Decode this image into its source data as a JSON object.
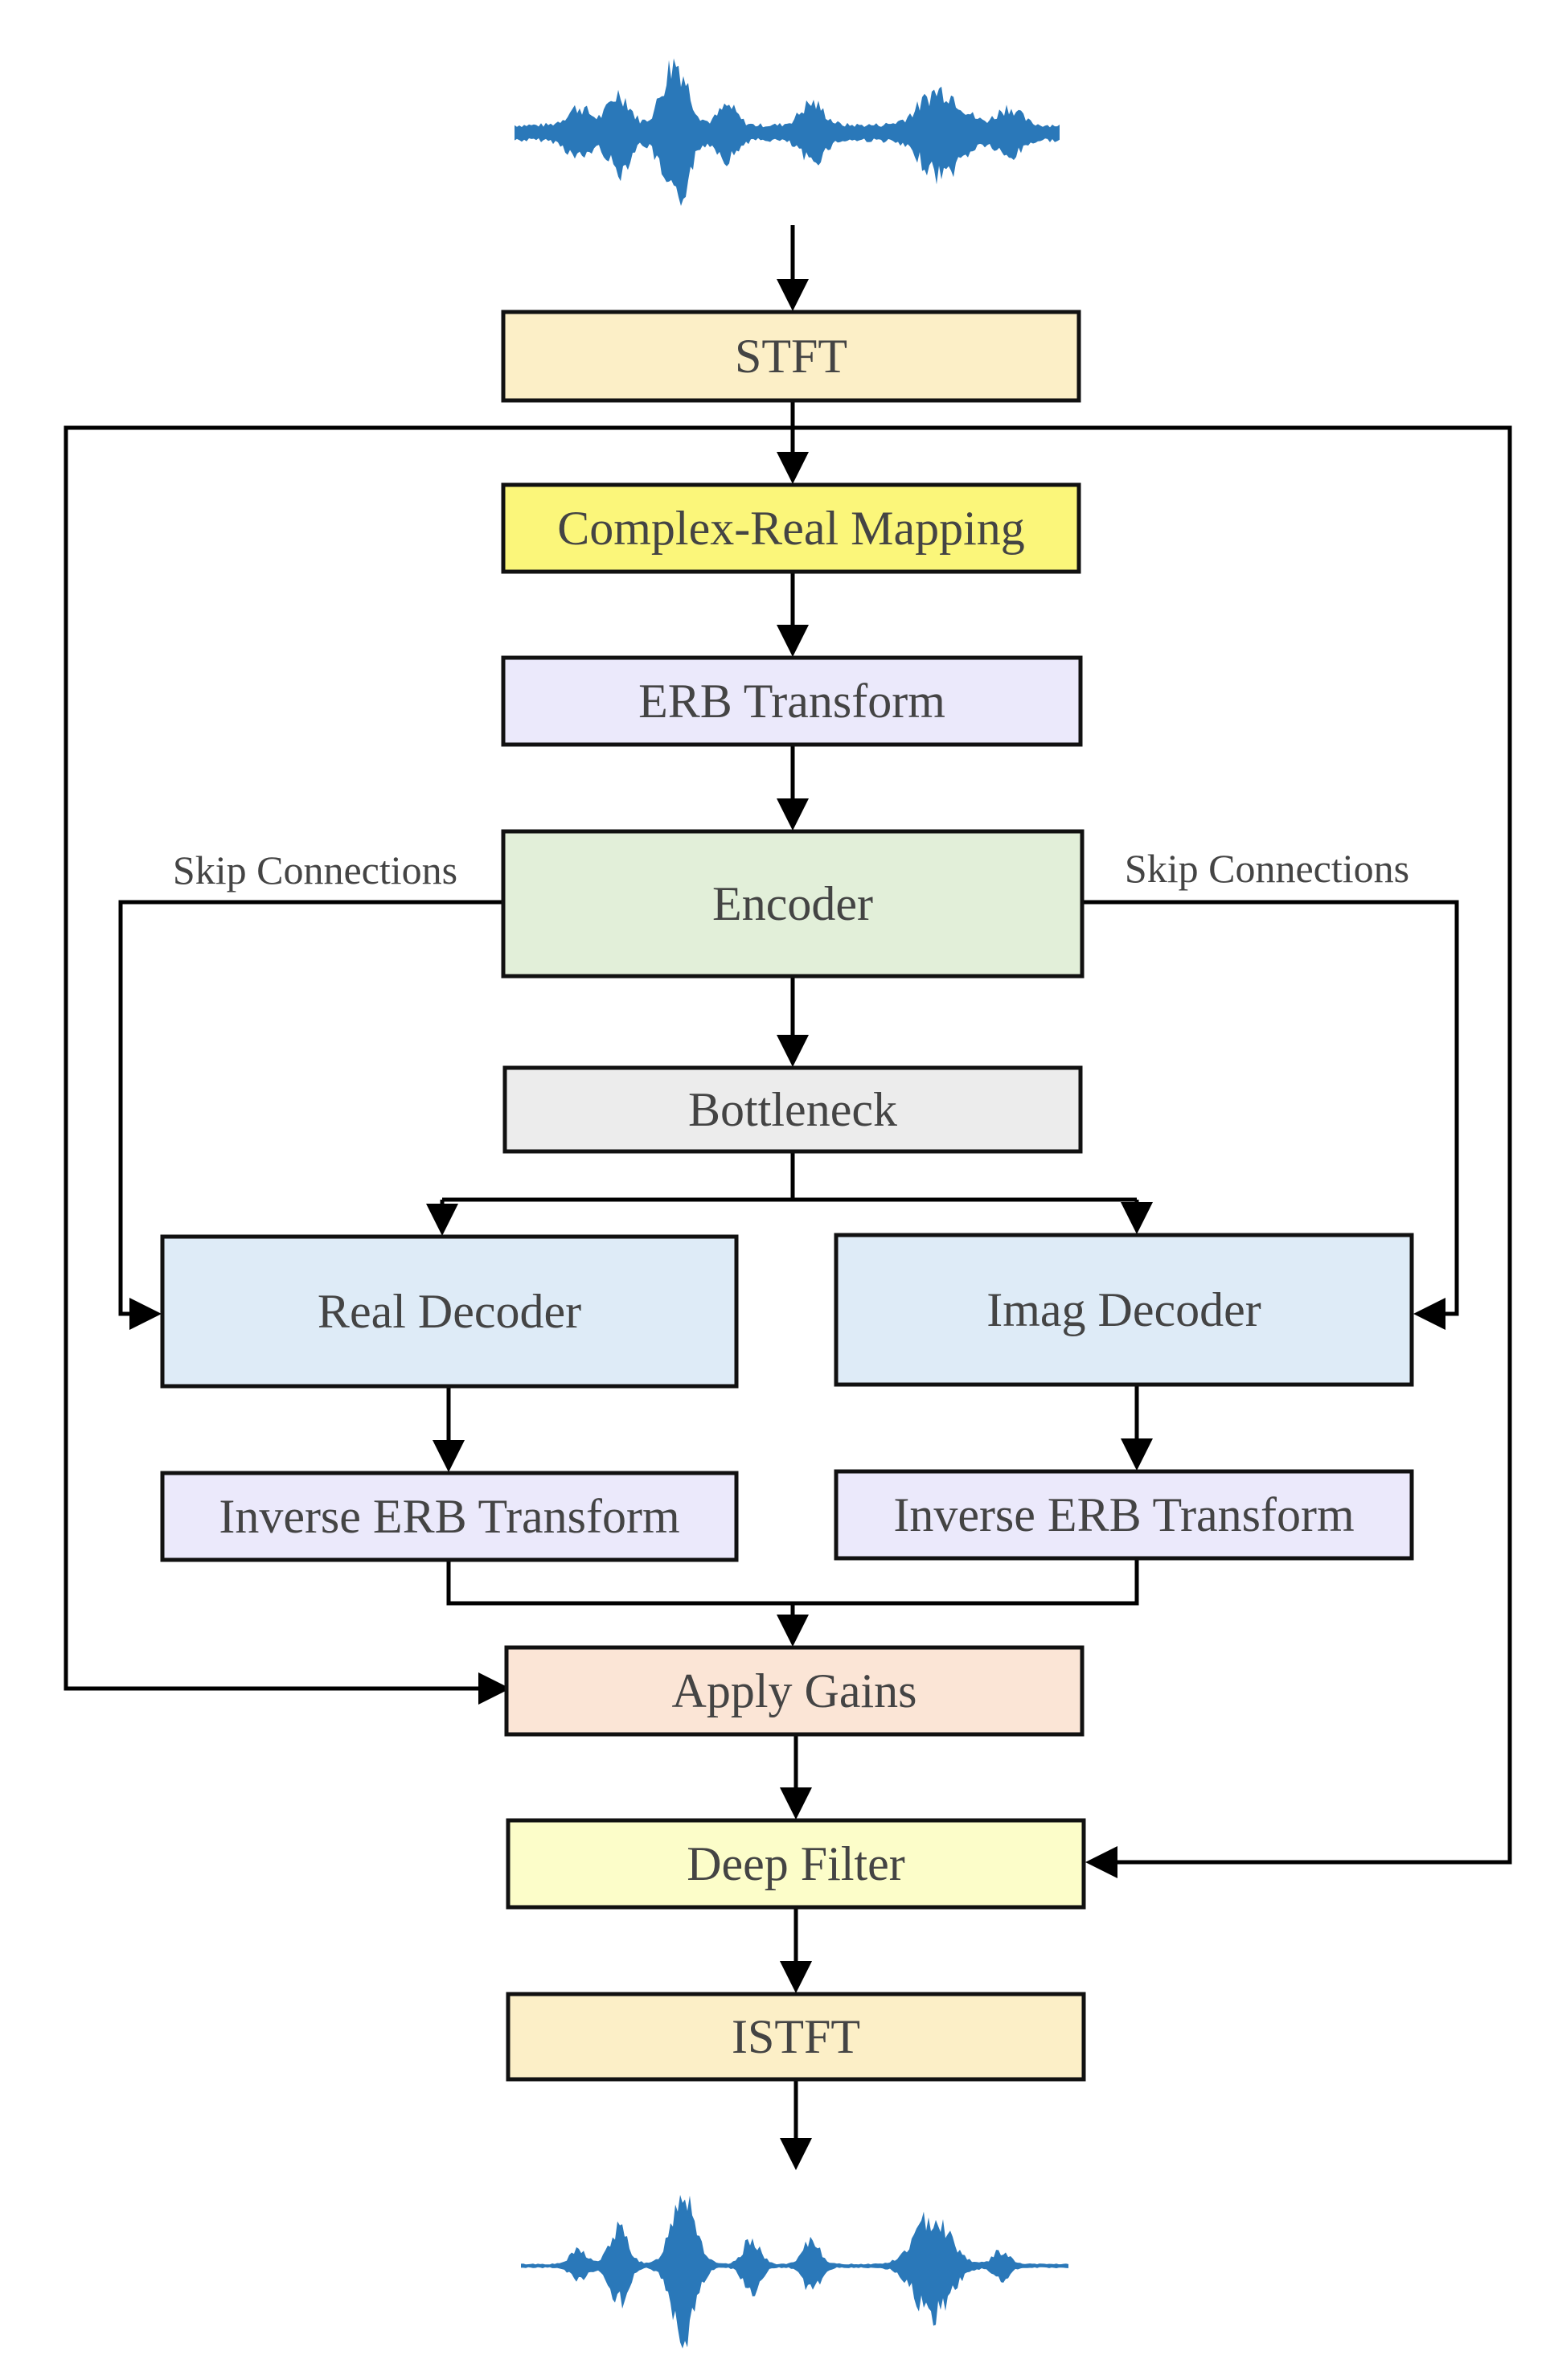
{
  "blocks": {
    "stft": {
      "label": "STFT",
      "color": "#fcefc7"
    },
    "complex_real": {
      "label": "Complex-Real Mapping",
      "color": "#fbf67a"
    },
    "erb": {
      "label": "ERB Transform",
      "color": "#ebe9fb"
    },
    "encoder": {
      "label": "Encoder",
      "color": "#e2efd9"
    },
    "bottleneck": {
      "label": "Bottleneck",
      "color": "#ececec"
    },
    "real_decoder": {
      "label": "Real Decoder",
      "color": "#deebf7"
    },
    "imag_decoder": {
      "label": "Imag Decoder",
      "color": "#deebf7"
    },
    "inv_erb_left": {
      "label": "Inverse ERB Transform",
      "color": "#ebe9fb"
    },
    "inv_erb_right": {
      "label": "Inverse ERB Transform",
      "color": "#ebe9fb"
    },
    "apply_gains": {
      "label": "Apply Gains",
      "color": "#fbe5d6"
    },
    "deep_filter": {
      "label": "Deep Filter",
      "color": "#fcfdc9"
    },
    "istft": {
      "label": "ISTFT",
      "color": "#fcefc7"
    }
  },
  "skip_labels": {
    "left": "Skip Connections",
    "right": "Skip Connections"
  },
  "waveforms": {
    "input": "noisy-waveform-icon",
    "output": "enhanced-waveform-icon",
    "color": "#2a78b9"
  }
}
